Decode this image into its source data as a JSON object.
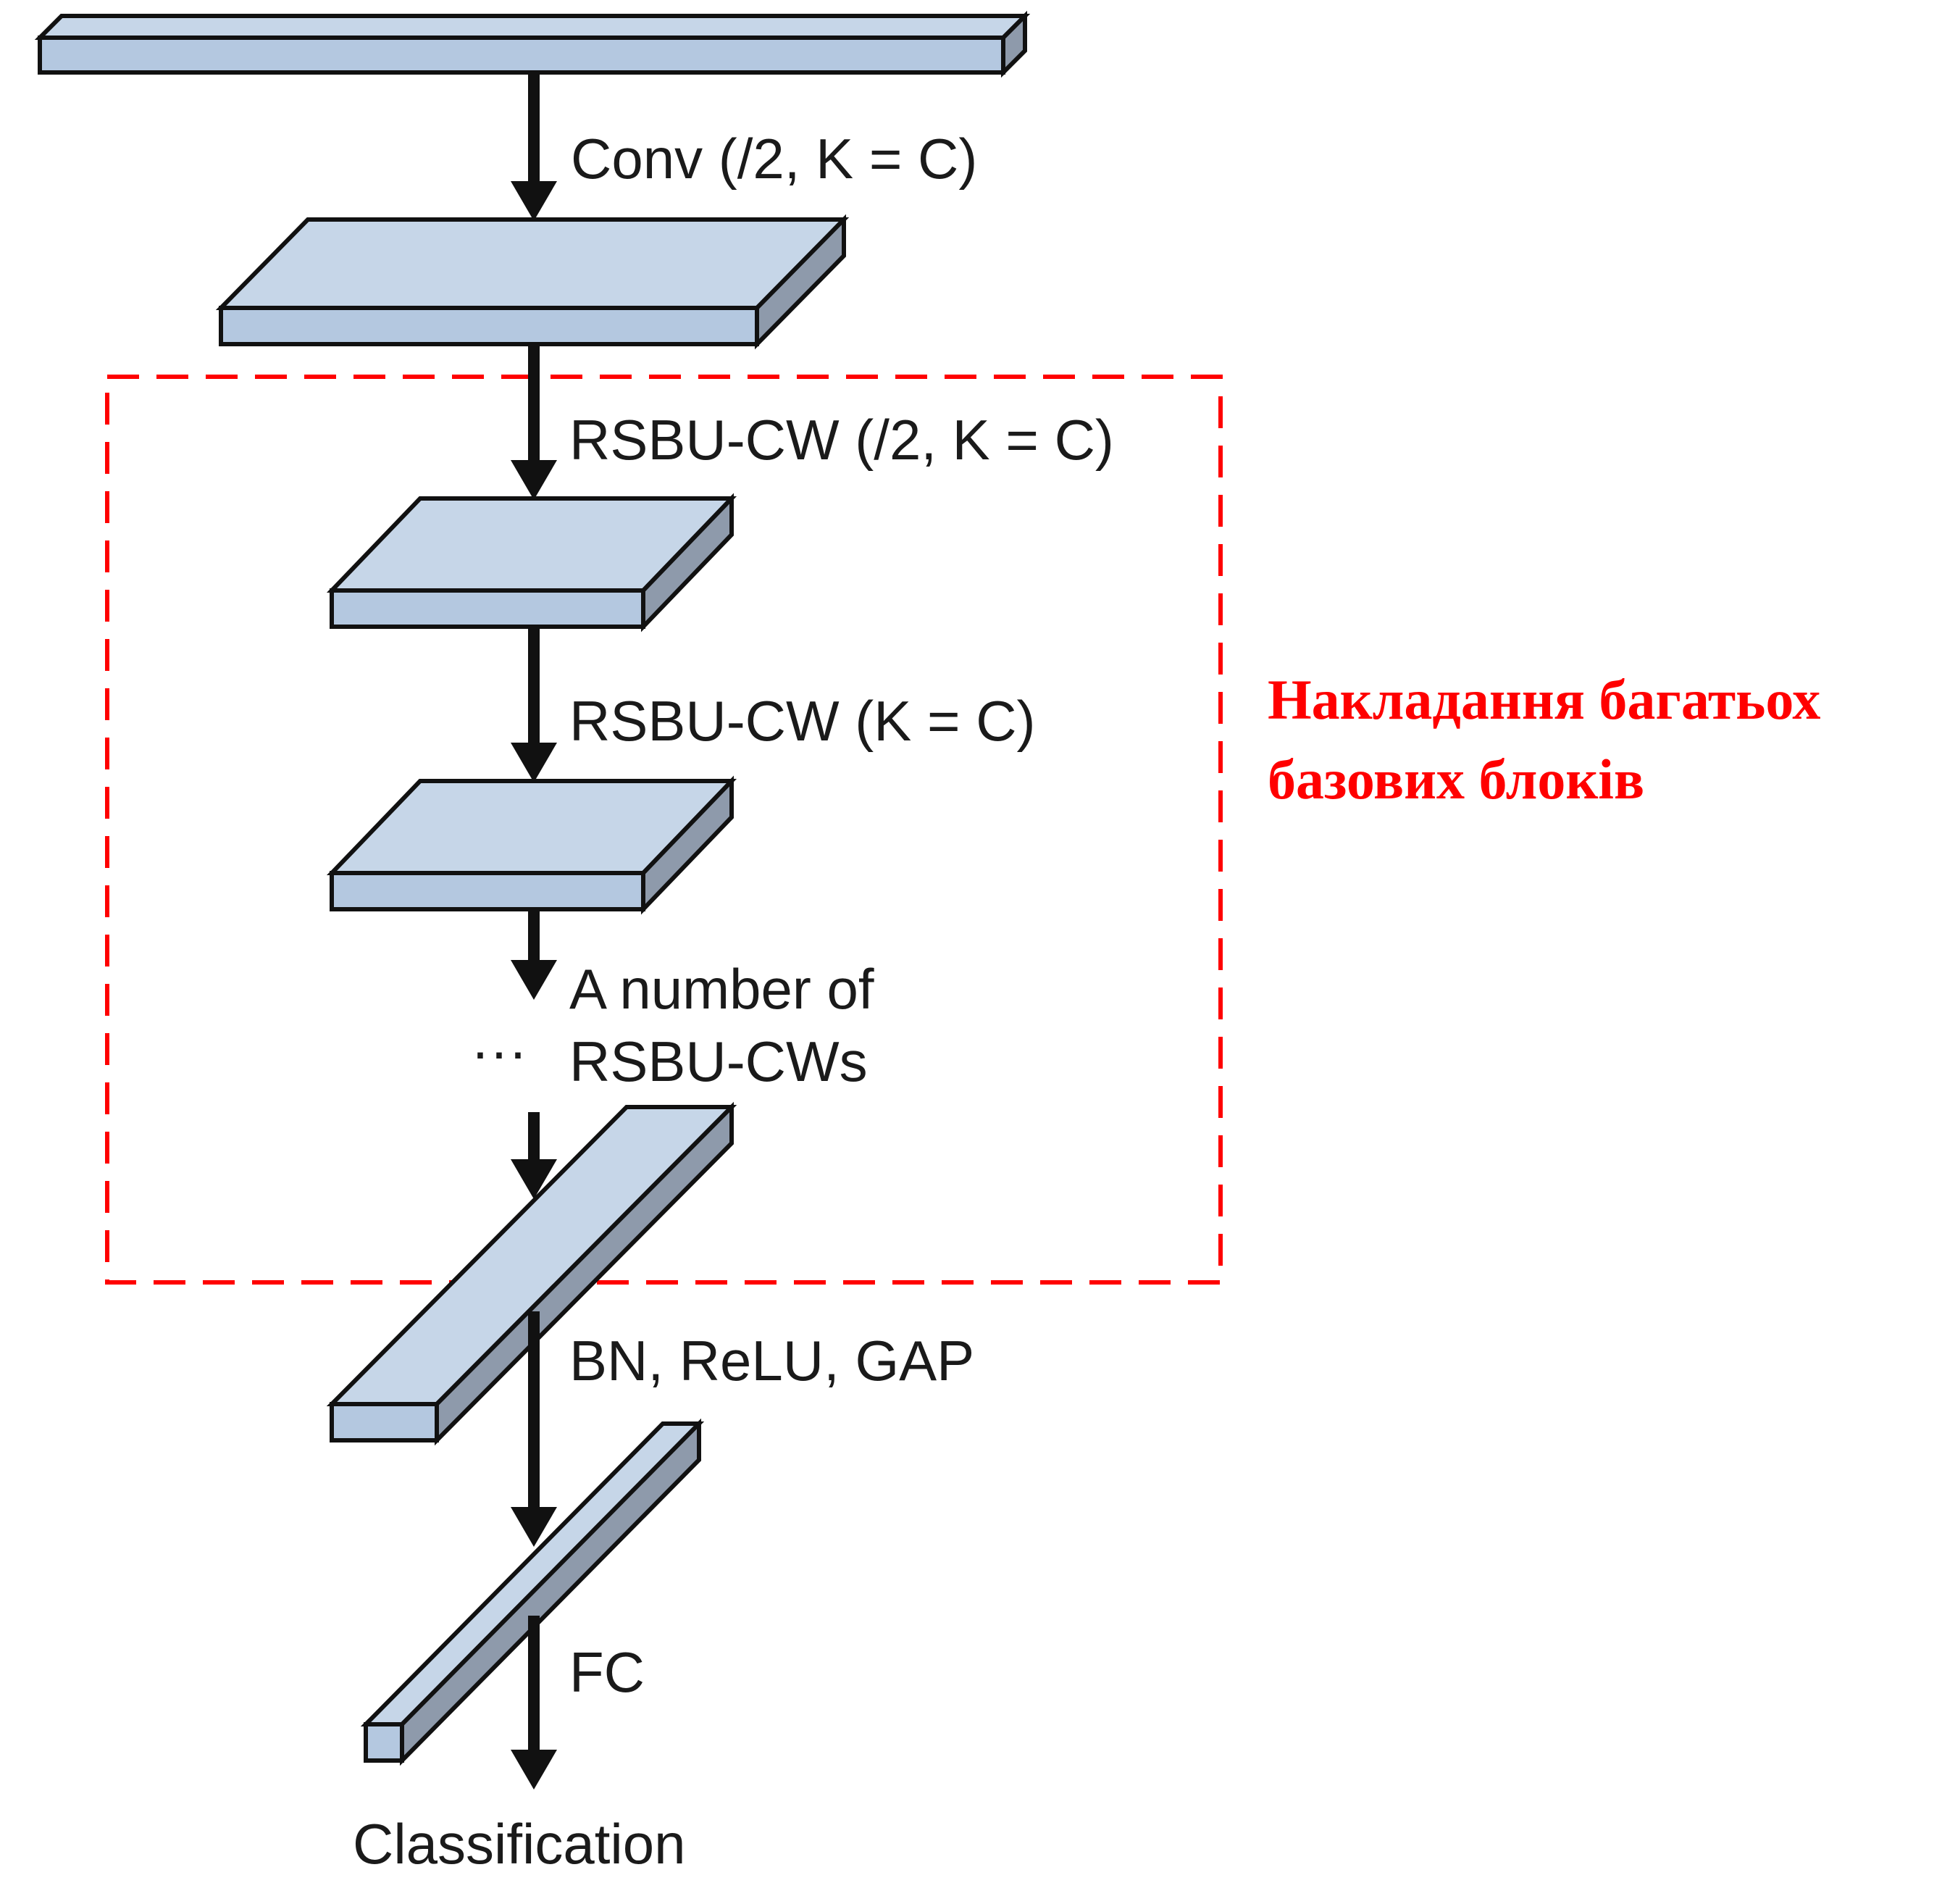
{
  "labels": {
    "conv": "Conv (/2, K = C)",
    "rsbu1": "RSBU-CW (/2, K = C)",
    "rsbu2": "RSBU-CW (K = C)",
    "number_line1": "A number of",
    "number_line2": "RSBU-CWs",
    "ellipsis": "···",
    "bn_relu_gap": "BN, ReLU, GAP",
    "fc": "FC",
    "classification": "Classification"
  },
  "annotation": {
    "line1": "Накладання багатьох",
    "line2": "базових блоків",
    "color": "#ff0000"
  },
  "colors": {
    "block_top": "#c6d6e8",
    "block_front": "#b4c8e0",
    "block_side": "#8e9aab",
    "outline": "#111111"
  }
}
